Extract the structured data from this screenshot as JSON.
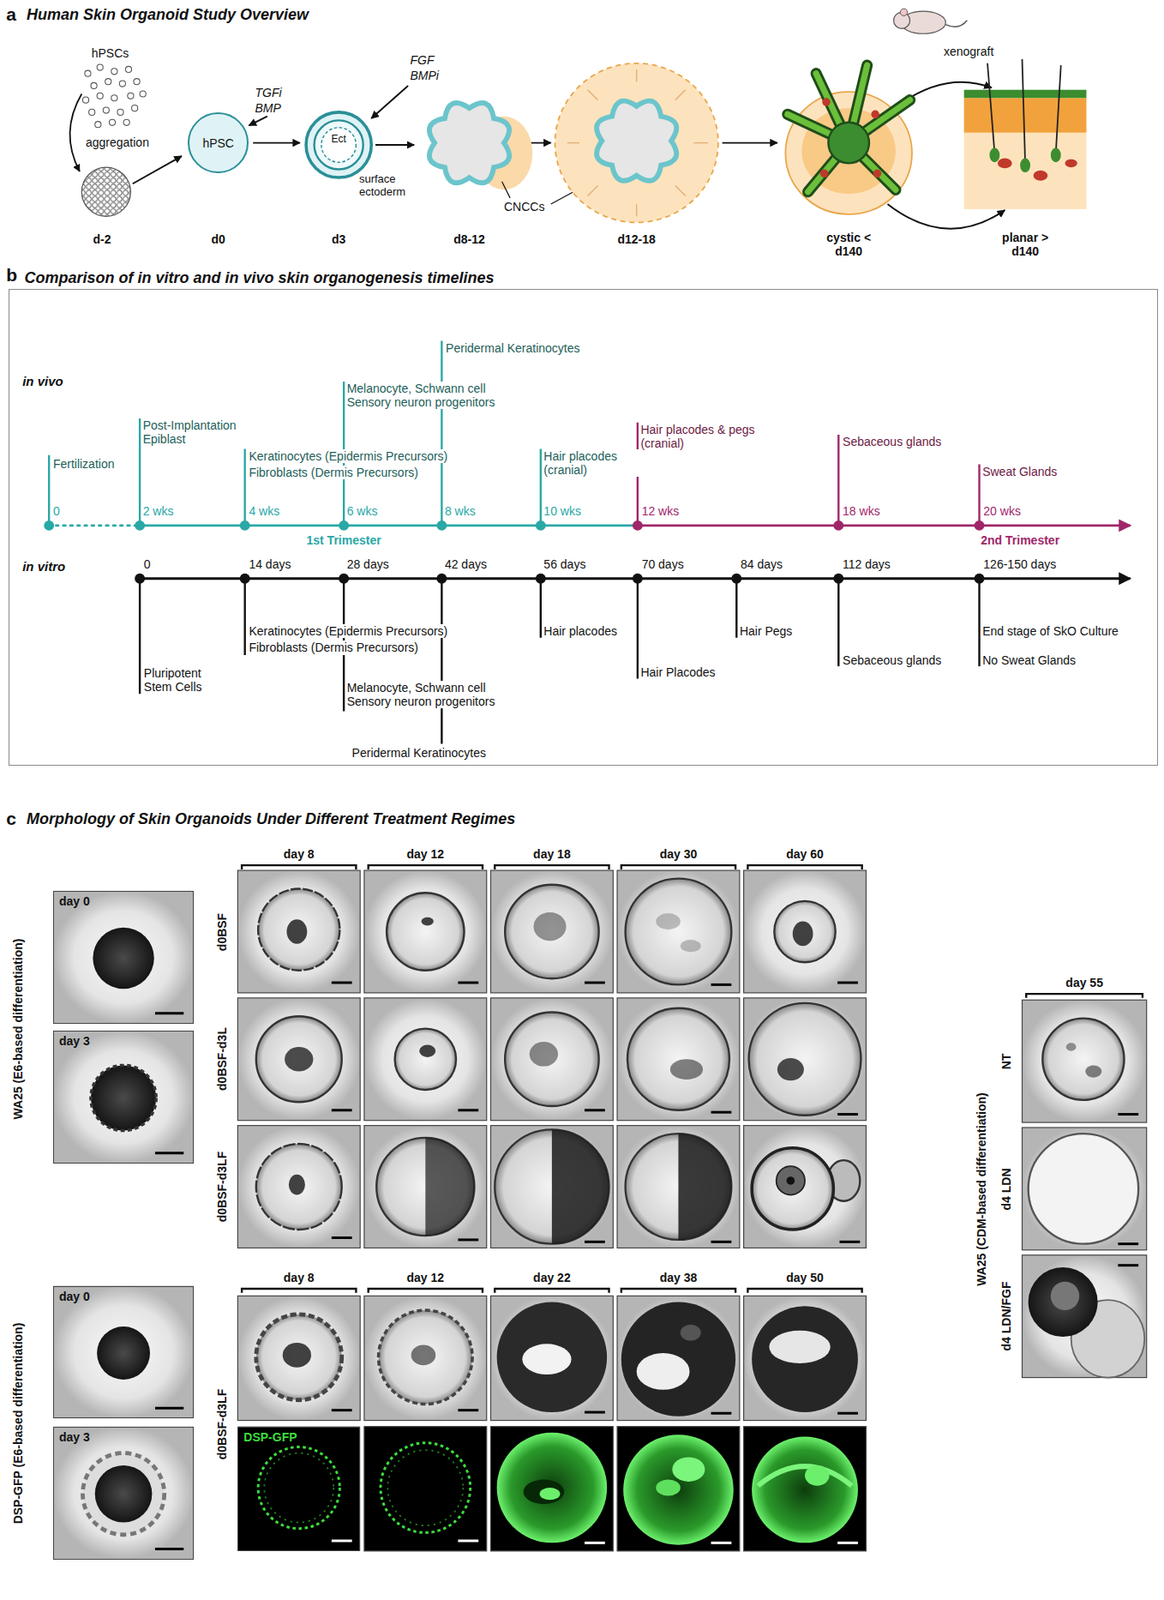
{
  "diagram": {
    "nodes": [
      {
        "text": [
          "hPSC"
        ]
      },
      {
        "text": [
          "Comparison of in vitro and in vivo skin organogenesis timelines"
        ]
      },
      {
        "text": [
          "day 0"
        ]
      },
      {
        "text": [
          "day 3"
        ]
      },
      {
        "text": [
          "day 0"
        ]
      },
      {
        "text": [
          "day 3"
        ]
      },
      {
        "text": [
          "DSP-GFP"
        ]
      }
    ],
    "labels": [
      "a",
      "Human Skin Organoid Study Overview",
      "hPSCs",
      "aggregation",
      "TGFi",
      "BMP",
      "FGF",
      "BMPi",
      "Ect",
      "surface ectoderm",
      "CNCCs",
      "xenograft",
      "d-2",
      "d0",
      "d3",
      "d8-12",
      "d12-18",
      "cystic < d140",
      "planar > d140",
      "b",
      "in vivo",
      "Fertilization",
      "Post-Implantation Epiblast",
      "Keratinocytes (Epidermis Precursors)",
      "Fibroblasts (Dermis Precursors)",
      "Melanocyte, Schwann cell Sensory neuron progenitors",
      "Peridermal Keratinocytes",
      "Hair placodes (cranial)",
      "Hair placodes & pegs (cranial)",
      "Sebaceous glands",
      "Sweat Glands",
      "0",
      "2 wks",
      "4 wks",
      "6 wks",
      "8 wks",
      "10 wks",
      "12 wks",
      "18 wks",
      "20 wks",
      "1st Trimester",
      "2nd Trimester",
      "in vitro",
      "0",
      "14 days",
      "28 days",
      "42 days",
      "56 days",
      "70 days",
      "84 days",
      "112 days",
      "126-150 days",
      "Pluripotent Stem Cells",
      "Keratinocytes (Epidermis Precursors)",
      "Fibroblasts (Dermis Precursors)",
      "Melanocyte, Schwann cell Sensory neuron progenitors",
      "Peridermal Keratinocytes",
      "Hair placodes",
      "Hair Placodes",
      "Hair Pegs",
      "Sebaceous glands",
      "End stage of SkO Culture",
      "No Sweat Glands",
      "c",
      "Morphology of Skin Organoids Under Different Treatment Regimes",
      "WA25 (E6-based differentiation)",
      "day 8",
      "day 12",
      "day 18",
      "day 30",
      "day 60",
      "d0BSF",
      "d0BSF-d3L",
      "d0BSF-d3LF",
      "day 55",
      "WA25 (CDM-based differentiation)",
      "NT",
      "d4 LDN",
      "d4 LDN/FGF",
      "DSP-GFP (E6-based differentiation)",
      "day 8",
      "day 12",
      "day 22",
      "day 38",
      "day 50",
      "d0BSF-d3LF"
    ]
  }
}
